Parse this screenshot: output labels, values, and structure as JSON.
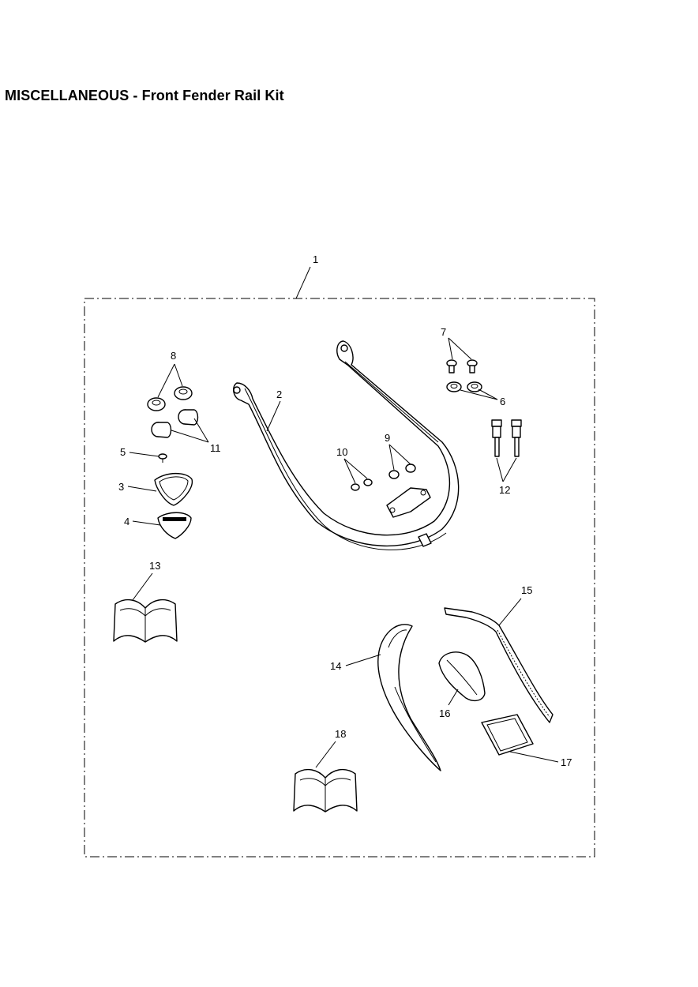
{
  "title": "MISCELLANEOUS - Front Fender Rail Kit",
  "callouts": {
    "c1": "1",
    "c2": "2",
    "c3": "3",
    "c4": "4",
    "c5": "5",
    "c6": "6",
    "c7": "7",
    "c8": "8",
    "c9": "9",
    "c10": "10",
    "c11": "11",
    "c12": "12",
    "c13": "13",
    "c14": "14",
    "c15": "15",
    "c16": "16",
    "c17": "17",
    "c18": "18"
  }
}
